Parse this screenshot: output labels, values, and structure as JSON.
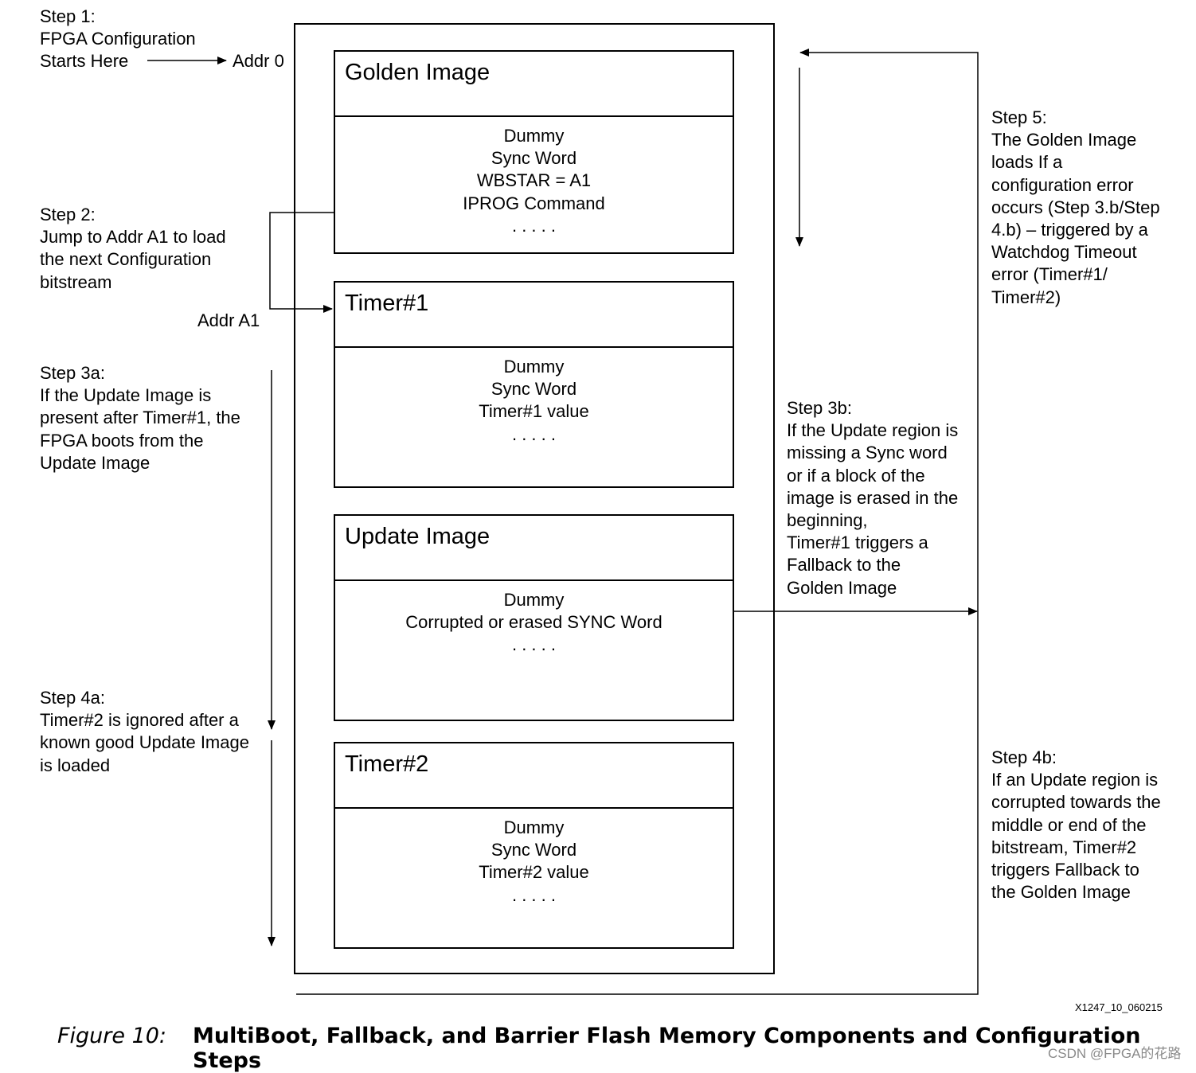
{
  "left_notes": {
    "step1": "Step 1:\nFPGA Configuration\nStarts Here",
    "addr0": "Addr 0",
    "step2": "Step 2:\nJump to Addr A1 to load\nthe next Configuration\nbitstream",
    "addrA1": "Addr A1",
    "step3a": "Step 3a:\nIf the Update Image is\npresent after Timer#1, the\nFPGA boots from the\nUpdate Image",
    "step4a": "Step 4a:\nTimer#2 is ignored after a\nknown good Update Image\nis loaded"
  },
  "regions": {
    "golden": {
      "title": "Golden Image",
      "lines": [
        "Dummy",
        "Sync Word",
        "WBSTAR = A1",
        "IPROG Command",
        ". . . . ."
      ]
    },
    "timer1": {
      "title": "Timer#1",
      "lines": [
        "Dummy",
        "Sync Word",
        "Timer#1 value",
        ". . . . ."
      ]
    },
    "update": {
      "title": "Update Image",
      "lines": [
        "Dummy",
        "Corrupted or erased SYNC Word",
        ". . . . ."
      ]
    },
    "timer2": {
      "title": "Timer#2",
      "lines": [
        "Dummy",
        "Sync Word",
        "Timer#2 value",
        ". . . . ."
      ]
    }
  },
  "right_notes": {
    "step3b": "Step 3b:\nIf the Update region is\nmissing a Sync word\nor if a block of the\nimage is erased in the\nbeginning,\nTimer#1 triggers a\nFallback to the\nGolden Image",
    "step5": "Step 5:\nThe Golden Image\nloads If a\nconfiguration error\noccurs (Step 3.b/Step\n4.b) – triggered by a\nWatchdog Timeout\nerror (Timer#1/\nTimer#2)",
    "step4b": "Step 4b:\nIf an Update region is\ncorrupted towards the\nmiddle or end of the\nbitstream, Timer#2\ntriggers Fallback to\nthe Golden Image"
  },
  "doc_id": "X1247_10_060215",
  "caption": {
    "figure_label": "Figure 10:",
    "title": "MultiBoot, Fallback, and Barrier Flash Memory Components and Configuration Steps"
  },
  "watermark": "CSDN @FPGA的花路"
}
